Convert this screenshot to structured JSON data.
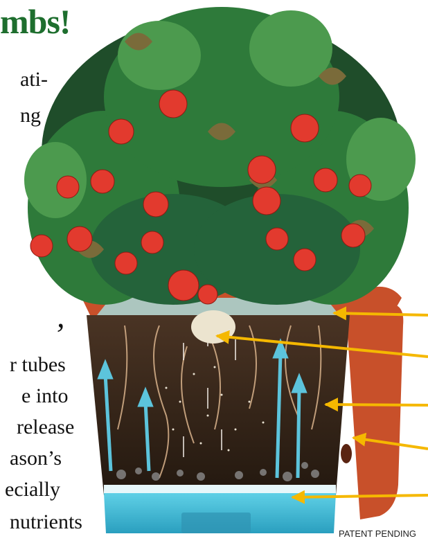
{
  "headline": {
    "text": "mbs!",
    "color": "#1e6e2e"
  },
  "body_text": {
    "lines_top": [
      "ati-",
      "ng"
    ],
    "lines_bottom": [
      "r tubes",
      "e into",
      "release",
      "ason’s",
      "ecially",
      "nutrients"
    ]
  },
  "fragment_glyph": ",",
  "patent_notice": "PATENT PENDING",
  "colors": {
    "foliage_dark": "#1f4d2a",
    "foliage": "#2e7a3a",
    "foliage_light": "#4c9a4e",
    "leaf_brown": "#7a6b3a",
    "tomato": "#e23a2e",
    "pot_terracotta": "#c8502a",
    "soil": "#3a2a1c",
    "water": "#3fb6d2",
    "arrow_blue": "#5cc4dc",
    "callout_arrow": "#f5b800",
    "cap": "#a9d3cf"
  },
  "icons": [
    "callout-arrow-icon",
    "wicking-arrow-icon",
    "tomato-icon",
    "leaf-icon"
  ]
}
